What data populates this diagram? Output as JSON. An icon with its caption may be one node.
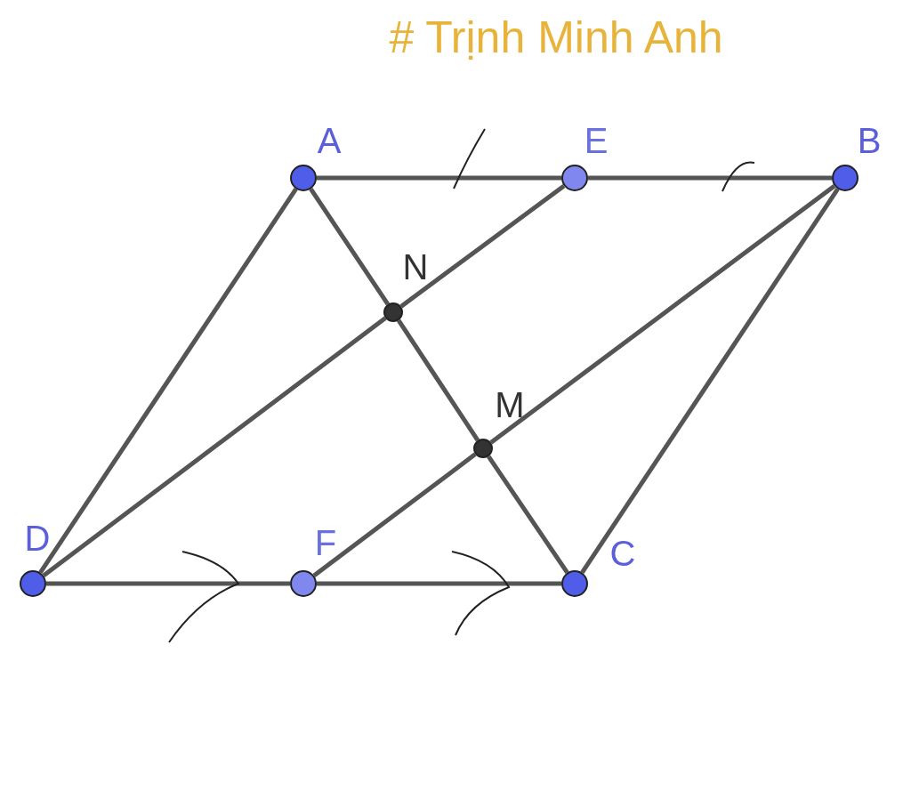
{
  "diagram": {
    "nodes": [
      {
        "text": [],
        "shape": "circle",
        "beside": [
          "A"
        ]
      },
      {
        "text": [],
        "shape": "circle",
        "beside": [
          "E"
        ]
      },
      {
        "text": [],
        "shape": "circle",
        "beside": [
          "B"
        ]
      },
      {
        "text": [],
        "shape": "circle",
        "beside": [
          "N"
        ]
      },
      {
        "text": [],
        "shape": "circle",
        "beside": [
          "M"
        ]
      },
      {
        "text": [],
        "shape": "circle",
        "beside": [
          "D"
        ]
      },
      {
        "text": [],
        "shape": "circle",
        "beside": [
          "F"
        ]
      },
      {
        "text": [],
        "shape": "circle",
        "beside": [
          "C"
        ]
      }
    ],
    "edges": [
      {
        "from": 0,
        "to": 1,
        "arrow": "none"
      },
      {
        "from": 1,
        "to": 2,
        "arrow": "none"
      },
      {
        "from": 0,
        "to": 5,
        "arrow": "none"
      },
      {
        "from": 2,
        "to": 7,
        "arrow": "none"
      },
      {
        "from": 5,
        "to": 6,
        "arrow": "none"
      },
      {
        "from": 6,
        "to": 7,
        "arrow": "none"
      },
      {
        "from": 0,
        "to": 3,
        "arrow": "none"
      },
      {
        "from": 3,
        "to": 4,
        "arrow": "none"
      },
      {
        "from": 4,
        "to": 7,
        "arrow": "none"
      },
      {
        "from": 1,
        "to": 3,
        "arrow": "none"
      },
      {
        "from": 3,
        "to": 5,
        "arrow": "none"
      },
      {
        "from": 2,
        "to": 4,
        "arrow": "none"
      },
      {
        "from": 4,
        "to": 6,
        "arrow": "none"
      }
    ],
    "labels": [
      "# Trịnh Minh Anh"
    ]
  }
}
